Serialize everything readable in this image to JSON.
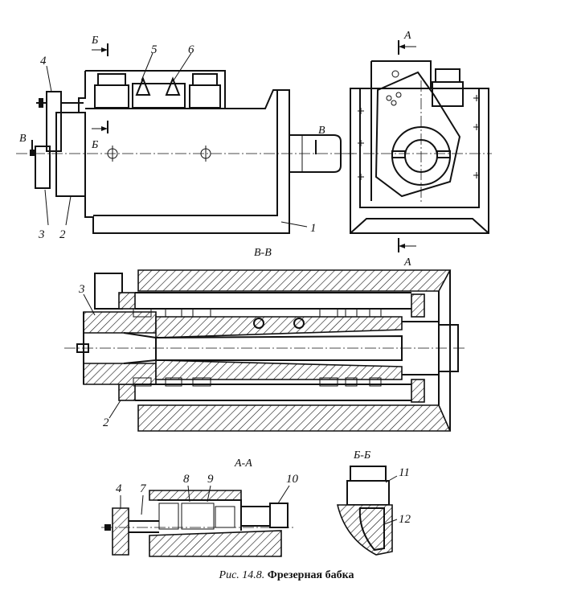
{
  "caption": {
    "prefix": "Рис. 14.8.",
    "title": "Фрезерная бабка"
  },
  "section_labels": {
    "vv": "В-В",
    "aa": "А-А",
    "bb": "Б-Б",
    "cut_a_top": "А",
    "cut_a_bottom": "А",
    "cut_b_top": "Б",
    "cut_b_bottom": "Б",
    "cut_v_left": "В",
    "cut_v_right": "В"
  },
  "part_numbers": {
    "p1": "1",
    "p2": "2",
    "p3": "3",
    "p4": "4",
    "p5": "5",
    "p6": "6",
    "p3b": "3",
    "p2b": "2",
    "p4c": "4",
    "p7": "7",
    "p8": "8",
    "p9": "9",
    "p10": "10",
    "p11": "11",
    "p12": "12"
  }
}
